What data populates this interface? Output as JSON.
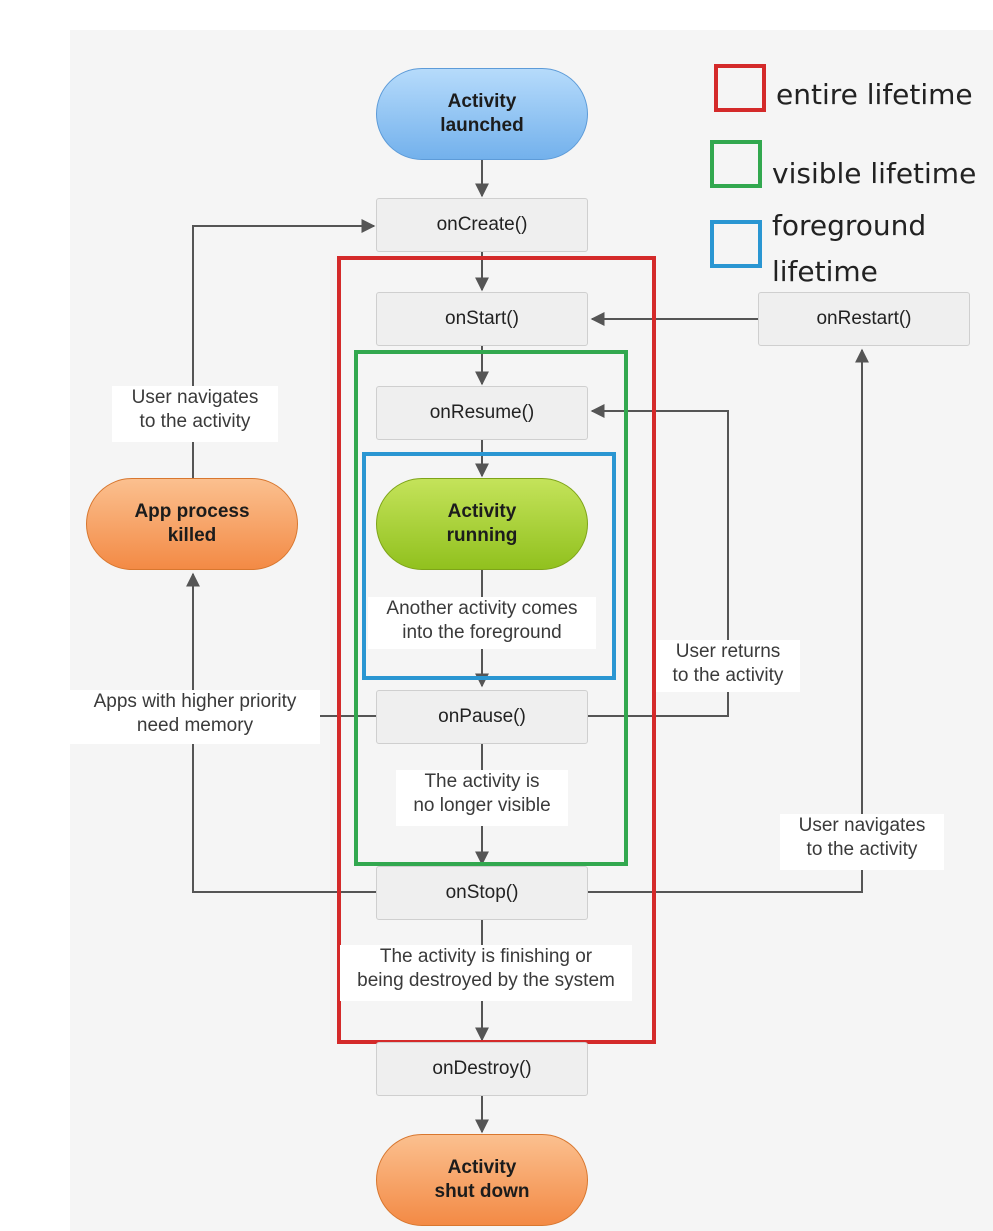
{
  "legend": [
    {
      "label_lines": [
        "entire lifetime"
      ],
      "color": "#d42a2a"
    },
    {
      "label_lines": [
        "visible lifetime"
      ],
      "color": "#32a84f"
    },
    {
      "label_lines": [
        "foreground",
        "lifetime"
      ],
      "color": "#2a96d2"
    }
  ],
  "states": {
    "launched": [
      "Activity",
      "launched"
    ],
    "running": [
      "Activity",
      "running"
    ],
    "killed": [
      "App process",
      "killed"
    ],
    "shutdown": [
      "Activity",
      "shut down"
    ]
  },
  "methods": {
    "on_create": "onCreate()",
    "on_start": "onStart()",
    "on_restart": "onRestart()",
    "on_resume": "onResume()",
    "on_pause": "onPause()",
    "on_stop": "onStop()",
    "on_destroy": "onDestroy()"
  },
  "transitions": {
    "navigates_back_left": [
      "User navigates",
      "to the activity"
    ],
    "another_activity": [
      "Another activity comes",
      "into the foreground"
    ],
    "user_returns": [
      "User returns",
      "to the activity"
    ],
    "higher_priority": [
      "Apps with higher priority",
      "need memory"
    ],
    "no_longer_visible": [
      "The activity is",
      "no longer visible"
    ],
    "navigates_back_right": [
      "User navigates",
      "to the activity"
    ],
    "finishing": [
      "The activity is finishing or",
      "being destroyed by the system"
    ]
  },
  "colors": {
    "background": "#f5f5f5",
    "connector": "#555555",
    "launched_fill": "#8cc4f5",
    "running_fill": "#a6cf3a",
    "killed_fill": "#f7a468",
    "shutdown_fill": "#f7a468"
  }
}
